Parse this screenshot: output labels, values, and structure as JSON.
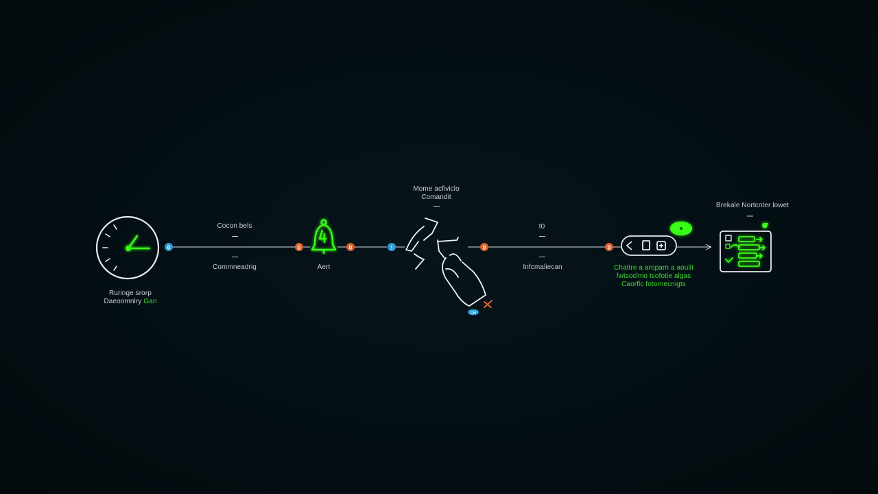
{
  "colors": {
    "background": "#050d10",
    "line": "#d8dde0",
    "accent_green": "#39ff14",
    "node_blue": "#2f9bd6",
    "node_orange": "#e0622a",
    "text": "#c9d0d2"
  },
  "gauge": {
    "label_line1": "Ruringe srorp",
    "label_line2": "Daeoomnlry",
    "label_accent": "Gan"
  },
  "connectors": [
    {
      "glyph": "0",
      "color": "blue"
    },
    {
      "glyph": "0",
      "color": "orange"
    },
    {
      "glyph": "0",
      "color": "orange"
    },
    {
      "glyph": "!",
      "color": "blue"
    },
    {
      "glyph": "0",
      "color": "orange"
    },
    {
      "glyph": "0",
      "color": "orange"
    }
  ],
  "step1": {
    "top": "Cocon bels",
    "bottom": "Commneadrig"
  },
  "bell": {
    "label": "Aert"
  },
  "hand": {
    "top_line1": "Mome acfiviclo",
    "top_line2": "Comandit",
    "badge": "cH"
  },
  "step4": {
    "top": "t0",
    "bottom": "Infcmaliecan"
  },
  "device": {
    "label_line1": "Chattre a aroparn a aoulit",
    "label_line2": "fwtsoclmo tsofotie algas",
    "label_line3": "Caorflc fotornecnigts"
  },
  "checklist": {
    "label": "Brekale Nortcnter lowet"
  }
}
